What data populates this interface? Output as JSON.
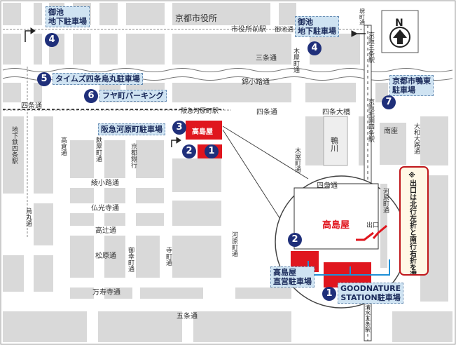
{
  "streets": {
    "kyoto_city_hall": "京都市役所",
    "shiyakusho_mae_station": "市役所前駅",
    "oike_dori": "御池通",
    "sanjo_dori": "三条通",
    "kiyamachi_dori_north": "木屋町通",
    "keihan_sanjo_station": "京阪三条駅",
    "sakaimachi_dori": "堺町通",
    "nishikikoji_dori": "錦小路通",
    "shijo_dori_west": "四条通",
    "shijo_dori_center": "四条通",
    "shijo_ohashi": "四条大橋",
    "hankyu_kawaramachi_station": "阪急河原町駅",
    "subway_shijo_station": "地下鉄四条駅",
    "takakura_dori": "高倉通",
    "fuyacho_dori": "麩屋町通",
    "kyoto_bank": "京都銀行",
    "kiyamachi_dori_south": "木屋町通",
    "kamogawa": "鴨川",
    "keihan_gion_shijo_station": "京阪祇園四条駅",
    "minamiza": "南座",
    "yamato_oji_dori": "大和大路通",
    "ayanokoji_dori": "綾小路通",
    "bukkoji_dori": "仏光寺通",
    "takatsuji_dori": "高辻通",
    "matsubara_dori": "松原通",
    "manjuji_dori": "万寿寺通",
    "gojo_dori": "五条通",
    "karasuma_dori": "烏丸通",
    "gokomachi_dori": "御幸町通",
    "teramachi_dori": "寺町通",
    "kawaramachi_dori": "河原町通",
    "keihan_kiyomizu_gojo_station": "京阪清水五条駅",
    "north_label": "N"
  },
  "landmarks": {
    "takashimaya": "高島屋"
  },
  "parking": [
    {
      "num": "4",
      "name": "御池\n地下駐車場"
    },
    {
      "num": "4",
      "name": "御池\n地下駐車場"
    },
    {
      "num": "5",
      "name": "タイムズ四条烏丸駐車場"
    },
    {
      "num": "6",
      "name": "フヤ町パーキング"
    },
    {
      "num": "7",
      "name": "京都市鴨東\n駐車場"
    },
    {
      "num": "3",
      "name": "阪急河原町駐車場"
    },
    {
      "num": "1",
      "name": ""
    },
    {
      "num": "2",
      "name": ""
    }
  ],
  "inset": {
    "shijo_dori": "四条通",
    "kawaramachi_dori": "河原町通",
    "takashimaya": "高島屋",
    "exit": "出口",
    "num_2": "2",
    "num_1": "1",
    "lot_2_name": "高島屋\n直営駐車場",
    "lot_1_name": "GOODNATURE\nSTATION駐車場"
  },
  "note": "※出口は北行左折と南行右折を選択できます。",
  "colors": {
    "road": "#ffffff",
    "block": "#d9d9d9",
    "parking_label_bg": "#cfe3f2",
    "marker": "#1f2f7a",
    "store_red": "#e0161e",
    "arrow_blue": "#1e90d6",
    "note_border": "#c0161b"
  }
}
